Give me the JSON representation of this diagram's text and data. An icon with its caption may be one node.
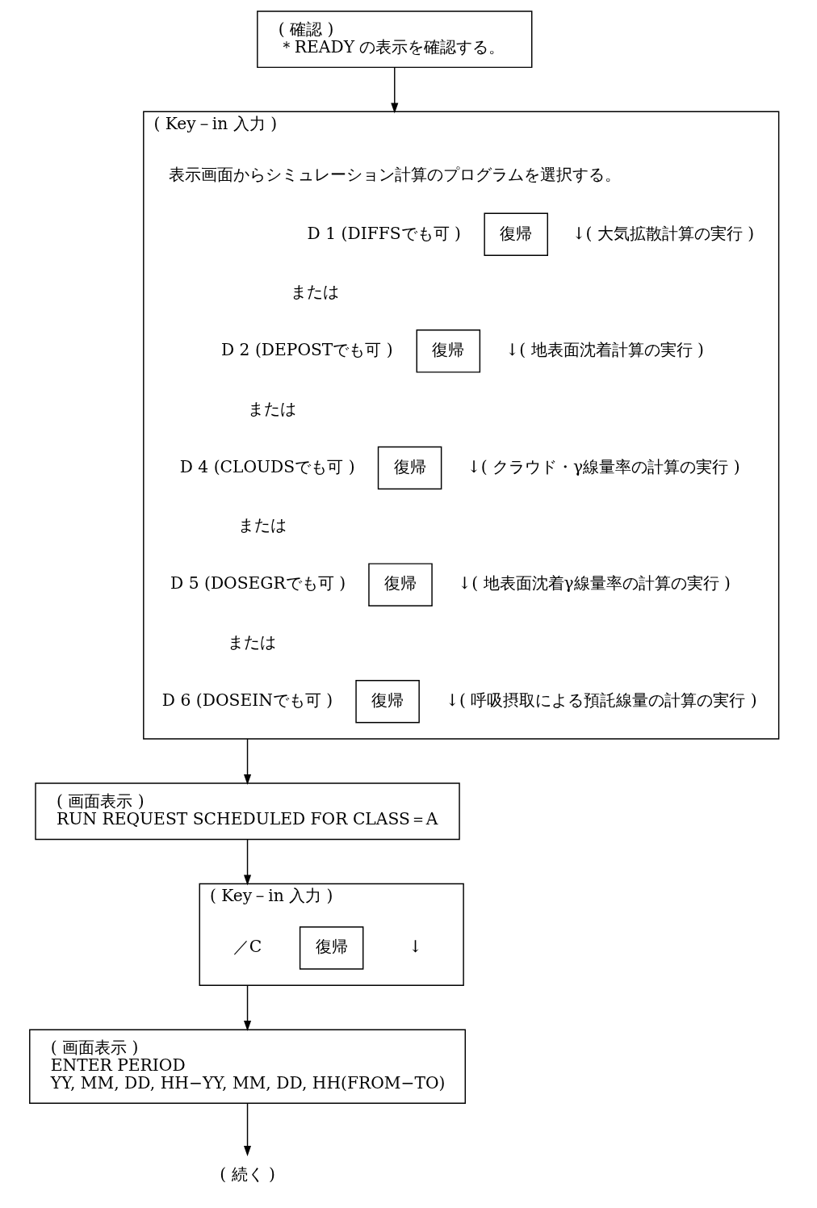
{
  "diagram": {
    "nodes": [
      {
        "text": [
          "( 確認 )",
          "＊READY の表示を確認する。"
        ]
      },
      {
        "text": [
          "( Key－in 入力 )",
          "表示画面からシミュレーション計算のプログラムを選択する。",
          "D 1 (DIFFSでも可 )",
          "↓( 大気拡散計算の実行 )",
          "または",
          "D 2 (DEPOSTでも可 )",
          "↓( 地表面沈着計算の実行 )",
          "または",
          "D 4 (CLOUDSでも可 )",
          "↓( クラウド・γ線量率の計算の実行 )",
          "または",
          "D 5 (DOSEGRでも可 )",
          "↓( 地表面沈着γ線量率の計算の実行 )",
          "または",
          "D 6 (DOSEINでも可 )",
          "↓( 呼吸摂取による預託線量の計算の実行 )"
        ]
      },
      {
        "text": [
          "復帰"
        ],
        "in": 1
      },
      {
        "text": [
          "復帰"
        ],
        "in": 1
      },
      {
        "text": [
          "復帰"
        ],
        "in": 1
      },
      {
        "text": [
          "復帰"
        ],
        "in": 1
      },
      {
        "text": [
          "復帰"
        ],
        "in": 1
      },
      {
        "text": [
          "( 画面表示 )",
          "RUN REQUEST SCHEDULED FOR CLASS＝A"
        ]
      },
      {
        "text": [
          "( Key－in 入力 )",
          "／C",
          "↓"
        ]
      },
      {
        "text": [
          "復帰"
        ],
        "in": 8
      },
      {
        "text": [
          "( 画面表示 )",
          "ENTER PERIOD",
          "YY, MM, DD, HH−YY, MM, DD, HH(FROM−TO)"
        ]
      },
      {
        "text": [
          "( 続く )"
        ]
      }
    ],
    "edges": [
      {
        "from": 0,
        "to": 1,
        "arrow": "to"
      },
      {
        "from": 1,
        "to": 7,
        "arrow": "to"
      },
      {
        "from": 7,
        "to": 8,
        "arrow": "to"
      },
      {
        "from": 8,
        "to": 10,
        "arrow": "to"
      },
      {
        "from": 10,
        "to": 11,
        "arrow": "to"
      }
    ]
  }
}
